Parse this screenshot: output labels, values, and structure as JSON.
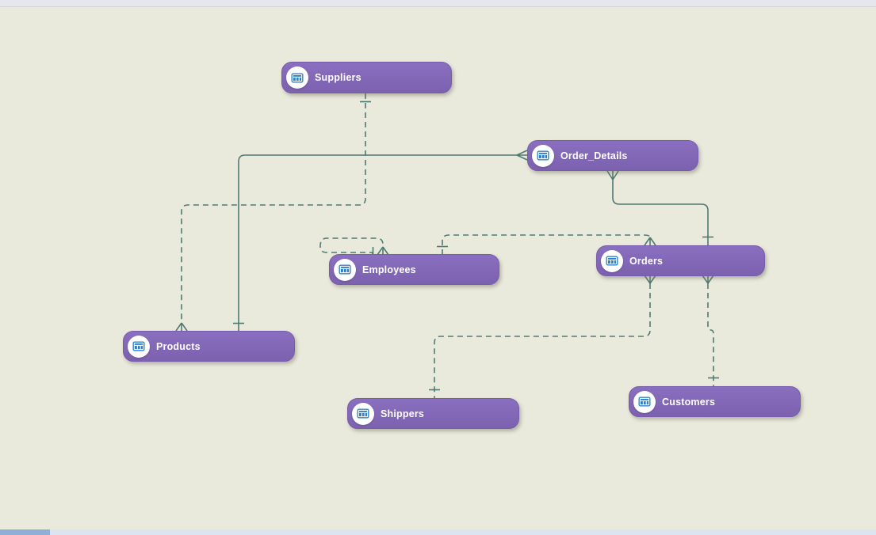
{
  "diagram": {
    "tables": [
      {
        "id": "suppliers",
        "label": "Suppliers"
      },
      {
        "id": "order_details",
        "label": "Order_Details"
      },
      {
        "id": "employees",
        "label": "Employees"
      },
      {
        "id": "orders",
        "label": "Orders"
      },
      {
        "id": "products",
        "label": "Products"
      },
      {
        "id": "shippers",
        "label": "Shippers"
      },
      {
        "id": "customers",
        "label": "Customers"
      }
    ],
    "relationships": [
      {
        "from": "Suppliers",
        "to": "Products",
        "from_end": "one",
        "to_end": "many",
        "line": "dashed"
      },
      {
        "from": "Order_Details",
        "to": "Products",
        "from_end": "many",
        "to_end": "one",
        "line": "solid"
      },
      {
        "from": "Order_Details",
        "to": "Orders",
        "from_end": "many",
        "to_end": "one",
        "line": "solid"
      },
      {
        "from": "Employees",
        "to": "Orders",
        "from_end": "one",
        "to_end": "many",
        "line": "dashed"
      },
      {
        "from": "Employees",
        "to": "Employees",
        "from_end": "one",
        "to_end": "many",
        "line": "dashed"
      },
      {
        "from": "Orders",
        "to": "Shippers",
        "from_end": "many",
        "to_end": "one",
        "line": "dashed"
      },
      {
        "from": "Orders",
        "to": "Customers",
        "from_end": "many",
        "to_end": "one",
        "line": "dashed"
      }
    ],
    "colors": {
      "canvas_background": "#e9e9dc",
      "node_fill": "#8267b4",
      "node_text": "#ffffff",
      "connector": "#4f7a73",
      "table_icon_blue": "#2e7fc6",
      "scrollbar_track": "#dce3f1",
      "scrollbar_thumb": "#8fafd6"
    }
  }
}
